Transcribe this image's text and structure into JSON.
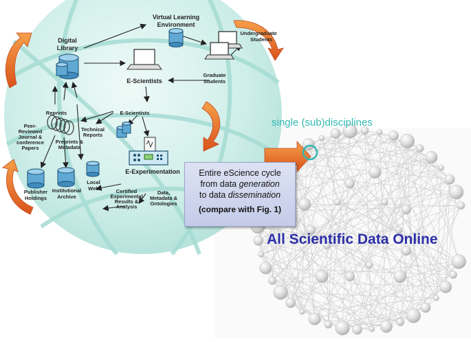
{
  "diagram": {
    "nodes": {
      "digital_library": [
        "Digital",
        "Library"
      ],
      "vle": [
        "Virtual Learning",
        "Environment"
      ],
      "undergrad": [
        "Undergraduate",
        "Students"
      ],
      "e_scientists_top": "E-Scientists",
      "graduate": [
        "Graduate",
        "Students"
      ],
      "e_scientists_mid": "E-Scientists",
      "reprints": "Reprints",
      "peer_reviewed": [
        "Peer-",
        "Reviewed",
        "Journal &",
        "conference",
        "Papers"
      ],
      "preprints": [
        "Preprints &",
        "Metadata"
      ],
      "tech_reports": [
        "Technical",
        "Reports"
      ],
      "e_experimentation": "E-Experimentation",
      "publisher": [
        "Publisher",
        "Holdings"
      ],
      "institutional": [
        "Institutional",
        "Archive"
      ],
      "local_web": [
        "Local",
        "Web"
      ],
      "certified": [
        "Certified",
        "Experimental",
        "Results &",
        "Analysis"
      ],
      "data_meta": [
        "Data,",
        "Metadata &",
        "Ontologies"
      ]
    }
  },
  "callout": {
    "line1": "Entire eScience cycle",
    "line2_prefix": "from data ",
    "line2_em": "generation",
    "line3_prefix": "to data ",
    "line3_em": "dissemination",
    "line4": "(compare with Fig. 1)"
  },
  "network": {
    "subtitle": "single (sub)disciplines",
    "title": "All Scientific Data Online"
  },
  "colors": {
    "sphere": "#d6f0ec",
    "sphere_band": "#9fd9d2",
    "arrow_orange": "#e8542a",
    "callout_bg": "#c8cfe9",
    "subtitle": "#33b8b2",
    "title": "#2b2ea8",
    "network_ball": "#d8d8d8"
  }
}
